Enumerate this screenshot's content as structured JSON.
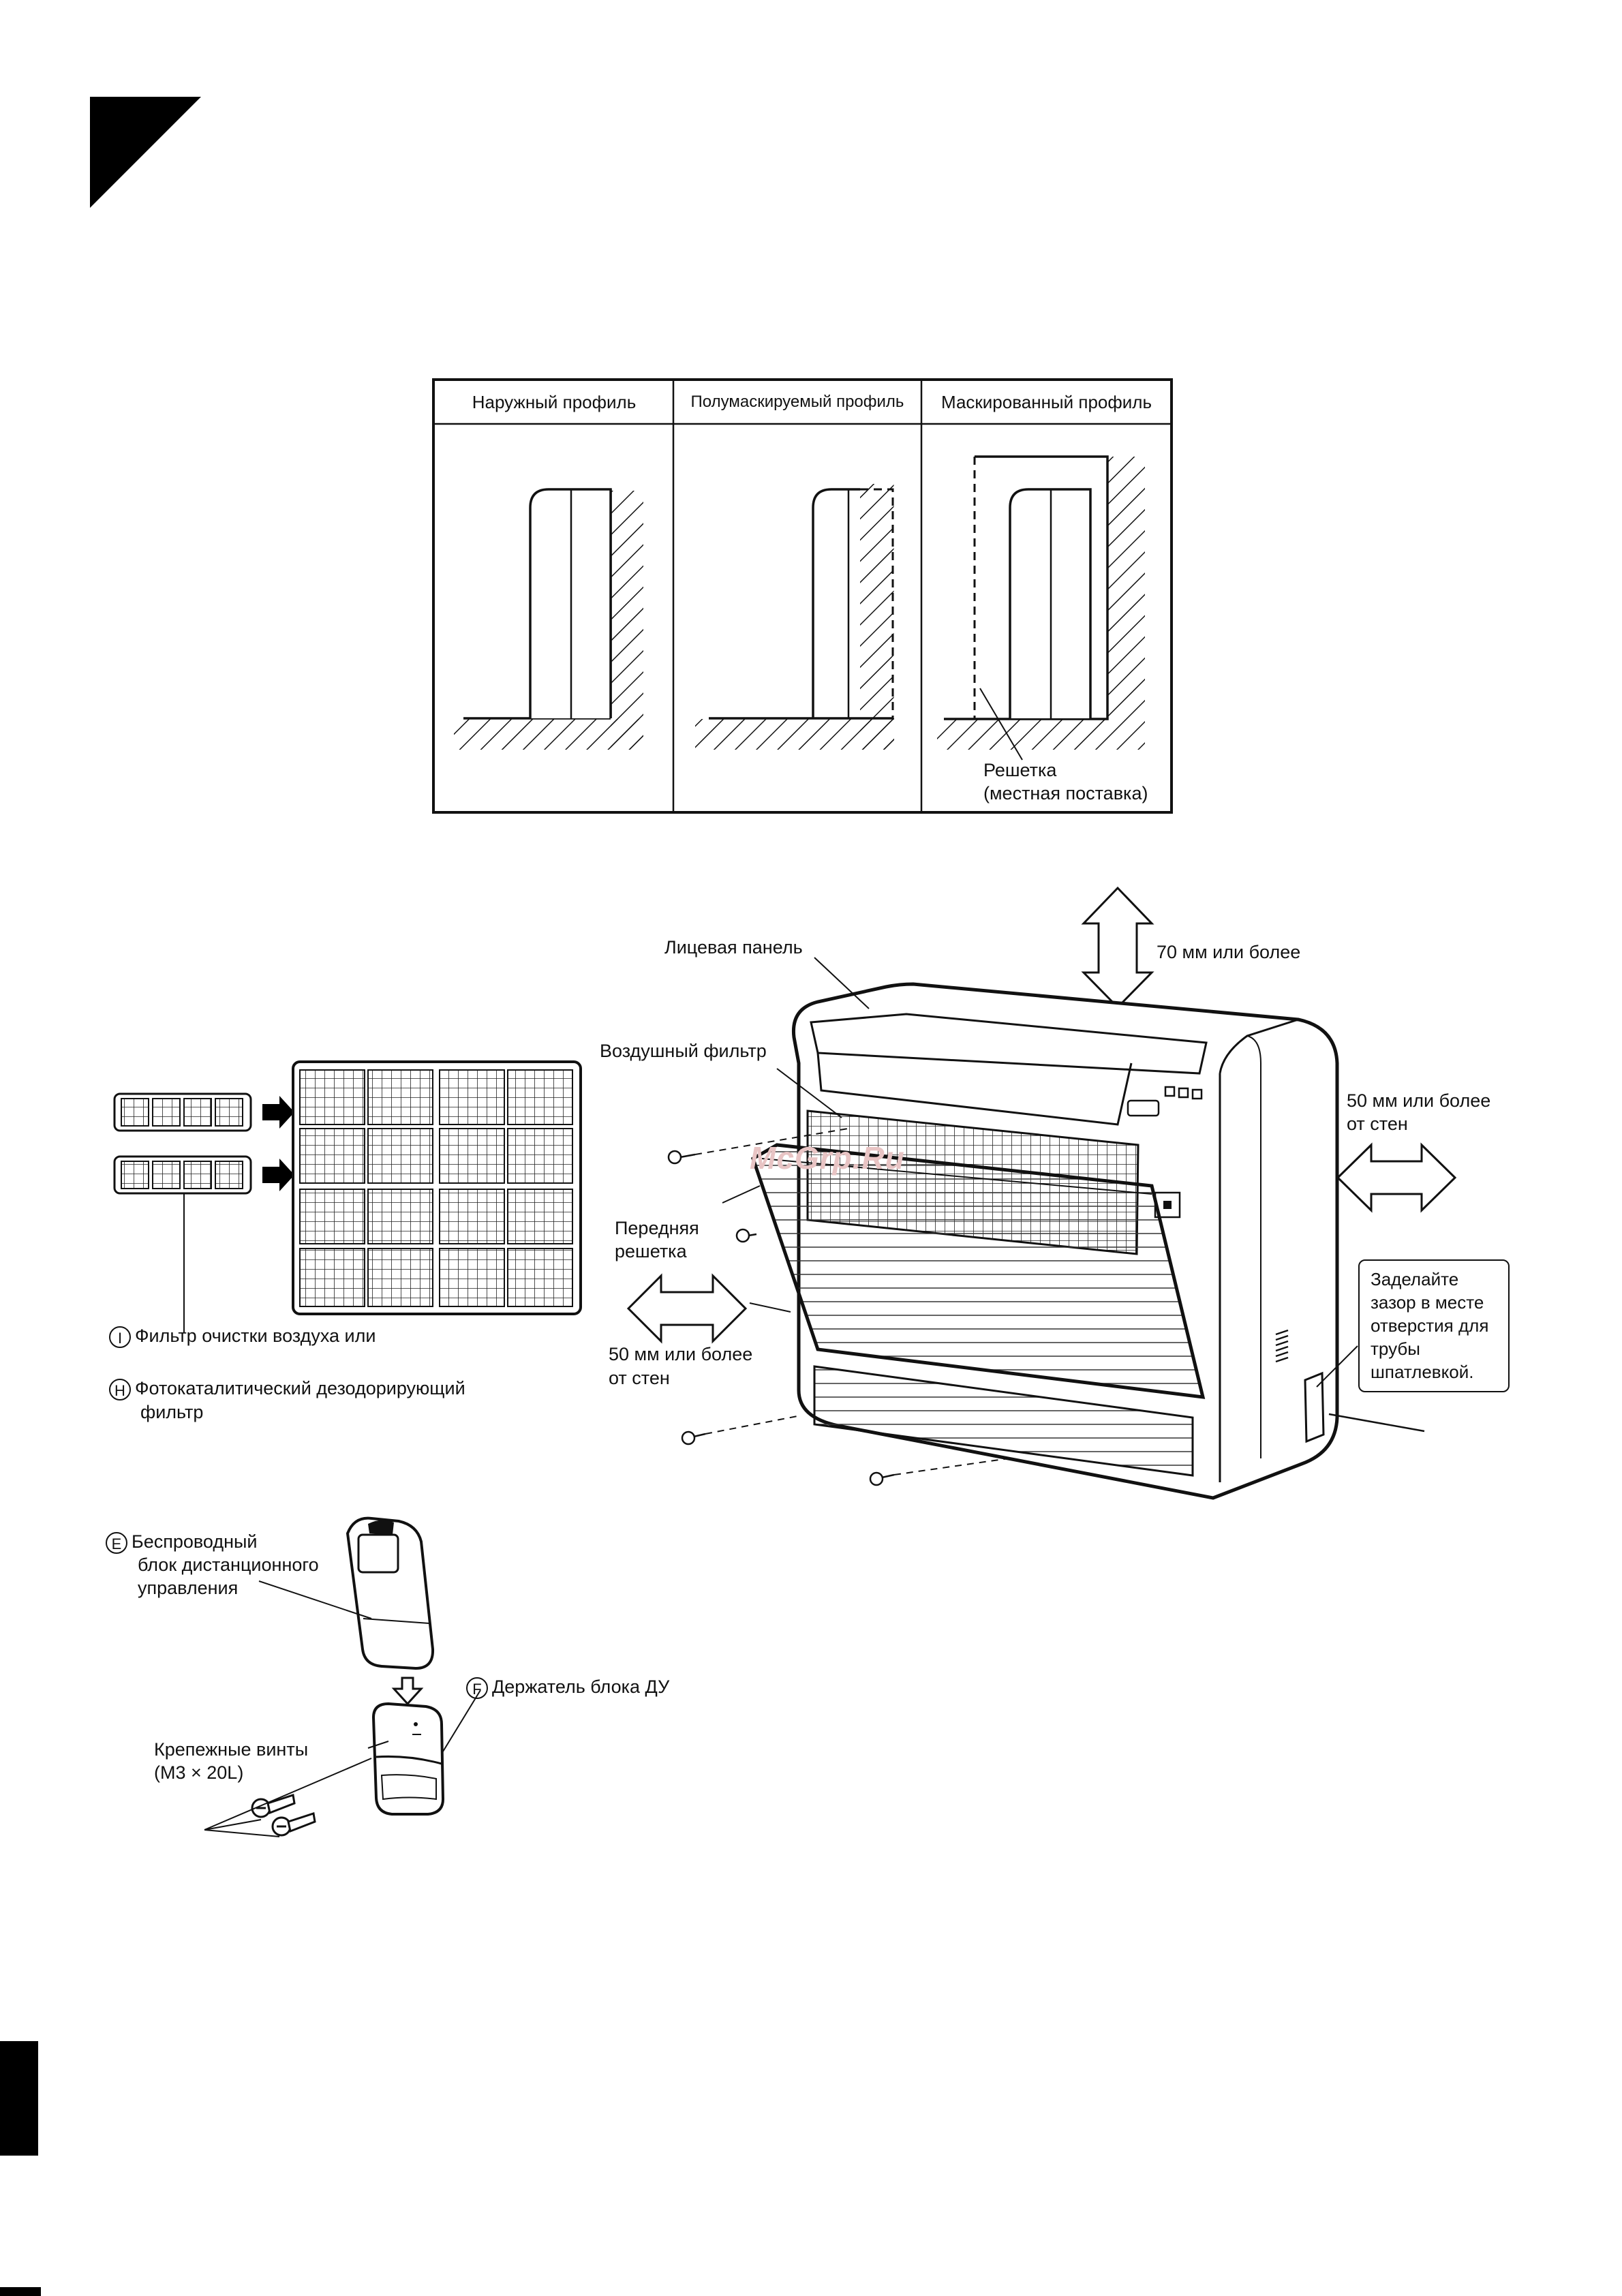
{
  "colors": {
    "ink": "#111111",
    "paper": "#ffffff",
    "watermark": "#e8c4c4"
  },
  "profiles": {
    "col1": "Наружный профиль",
    "col2": "Полумаскируемый профиль",
    "col3": "Маскированный профиль",
    "grille_label_1": "Решетка",
    "grille_label_2": "(местная поставка)"
  },
  "unit": {
    "front_panel": "Лицевая панель",
    "clearance_top": "70 мм или более",
    "air_filter": "Воздушный фильтр",
    "clearance_side_1": "50 мм или более",
    "clearance_side_2": "от стен",
    "front_grille_1": "Передняя",
    "front_grille_2": "решетка",
    "clearance_left_1": "50 мм или более",
    "clearance_left_2": "от стен",
    "seal_note": [
      "Заделайте",
      "зазор в месте",
      "отверстия для",
      "трубы",
      "шпатлевкой."
    ],
    "watermark": "McGrp.Ru"
  },
  "accessories": {
    "filter_I_letter": "I",
    "filter_I": "Фильтр очистки воздуха или",
    "filter_H_letter": "H",
    "filter_H_1": "Фотокаталитический дезодорирующий",
    "filter_H_2": "фильтр",
    "remote_E_letter": "E",
    "remote_E_1": "Беспроводный",
    "remote_E_2": "блок дистанционного",
    "remote_E_3": "управления",
    "holder_F_letter": "F",
    "holder_F": "Держатель блока ДУ",
    "screws_1": "Крепежные винты",
    "screws_2": "(M3 × 20L)"
  }
}
